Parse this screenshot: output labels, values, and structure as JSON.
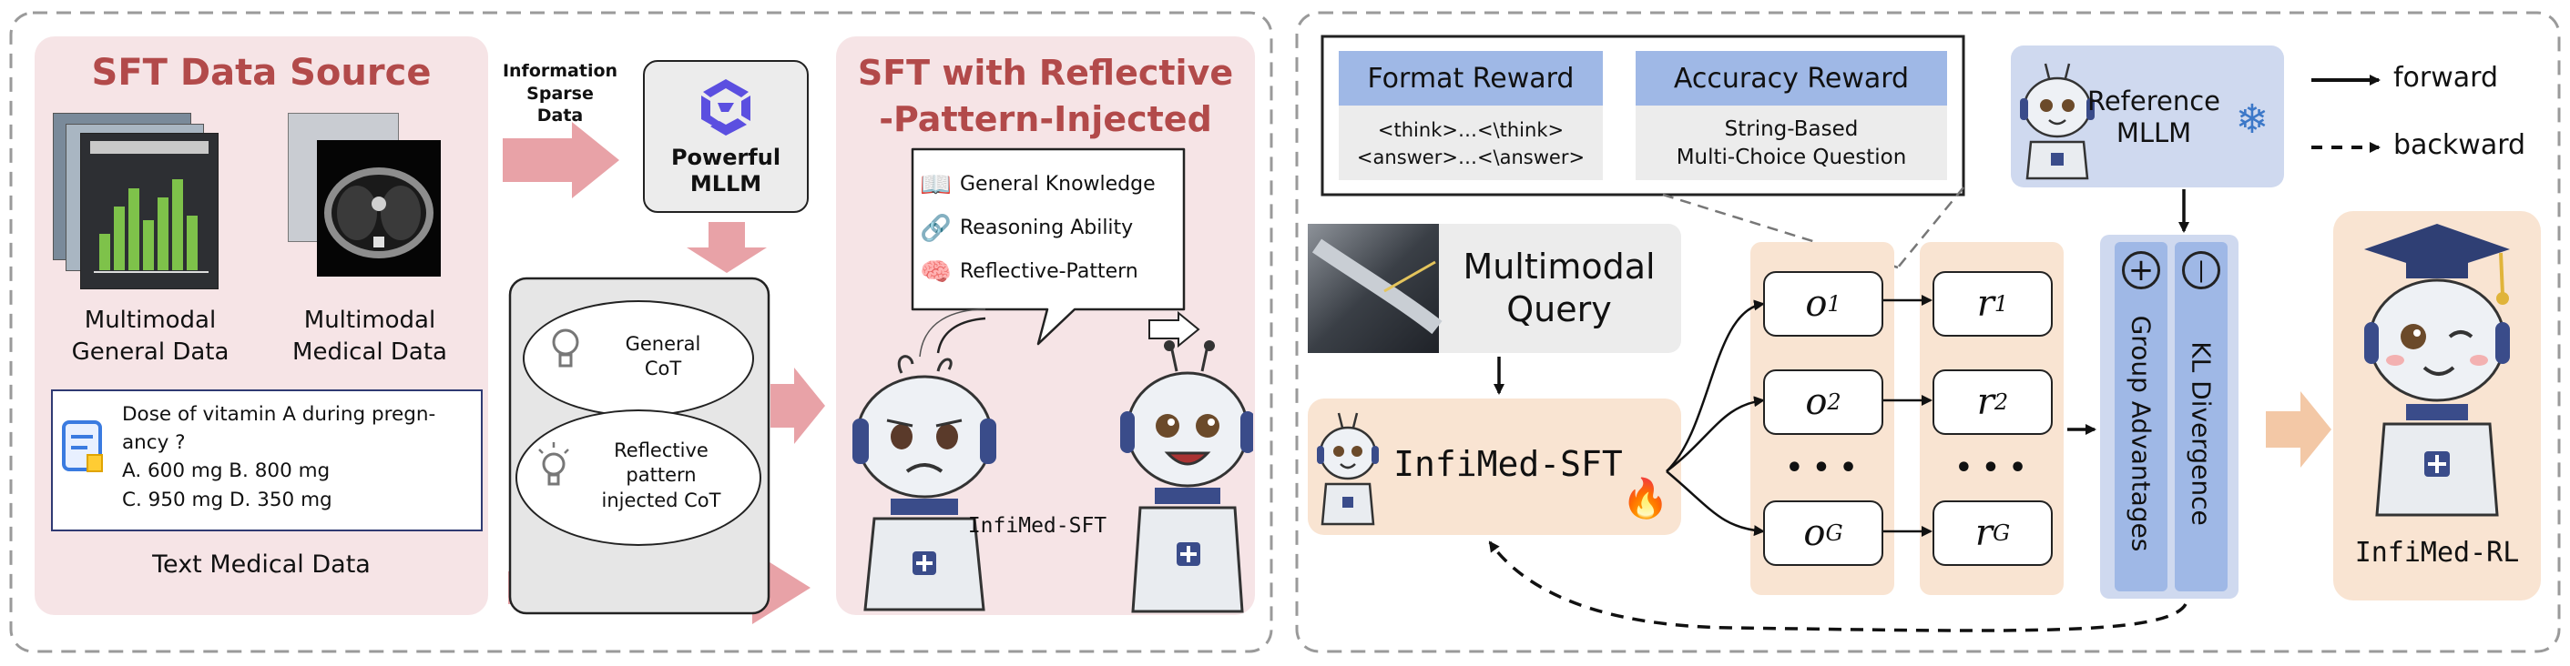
{
  "left": {
    "source_title": "SFT Data Source",
    "mm_general_label": "Multimodal\nGeneral Data",
    "mm_medical_label": "Multimodal\nMedical Data",
    "question_text": "Dose of vitamin A during pregn-\nancy ?\nA. 600 mg B. 800 mg\nC. 950 mg D. 350 mg",
    "text_medical_label": "Text Medical Data",
    "info_sparse_label": "Information\nSparse\nData",
    "mllm_label": "Powerful\nMLLM",
    "general_cot": "General\nCoT",
    "reflective_cot": "Reflective\npattern\ninjected CoT",
    "sft_title": "SFT with Reflective\n-Pattern-Injected",
    "capabilities": [
      "General Knowledge",
      "Reasoning Ability",
      "Reflective-Pattern"
    ],
    "sft_model_label": "InfiMed-SFT"
  },
  "right": {
    "format_reward_title": "Format Reward",
    "format_reward_body": "<think>…<\\think>\n<answer>…<\\answer>",
    "accuracy_reward_title": "Accuracy Reward",
    "accuracy_reward_body": "String-Based\nMulti-Choice Question",
    "reference_label": "Reference\nMLLM",
    "legend_forward": "forward",
    "legend_backward": "backward",
    "query_label": "Multimodal\nQuery",
    "sft_label": "InfiMed-SFT",
    "outputs": [
      "o",
      "o",
      "o"
    ],
    "output_subscripts": [
      "1",
      "2",
      "G"
    ],
    "rewards": [
      "r",
      "r",
      "r"
    ],
    "reward_subscripts": [
      "1",
      "2",
      "G"
    ],
    "ellipsis": "• • •",
    "group_adv_label": "Group Advantages",
    "kl_label": "KL Divergence",
    "plus_symbol": "+",
    "minus_symbol": "|",
    "rl_label": "InfiMed-RL"
  },
  "colors": {
    "pink_panel": "#f6e4e6",
    "cream_panel": "#f9e4d2",
    "blue_panel": "#cfd9ef",
    "blue_header": "#9fb8e6",
    "title_red": "#b24a4a",
    "arrow_pink": "#e8a2a7",
    "arrow_peach": "#f3c8a6"
  }
}
